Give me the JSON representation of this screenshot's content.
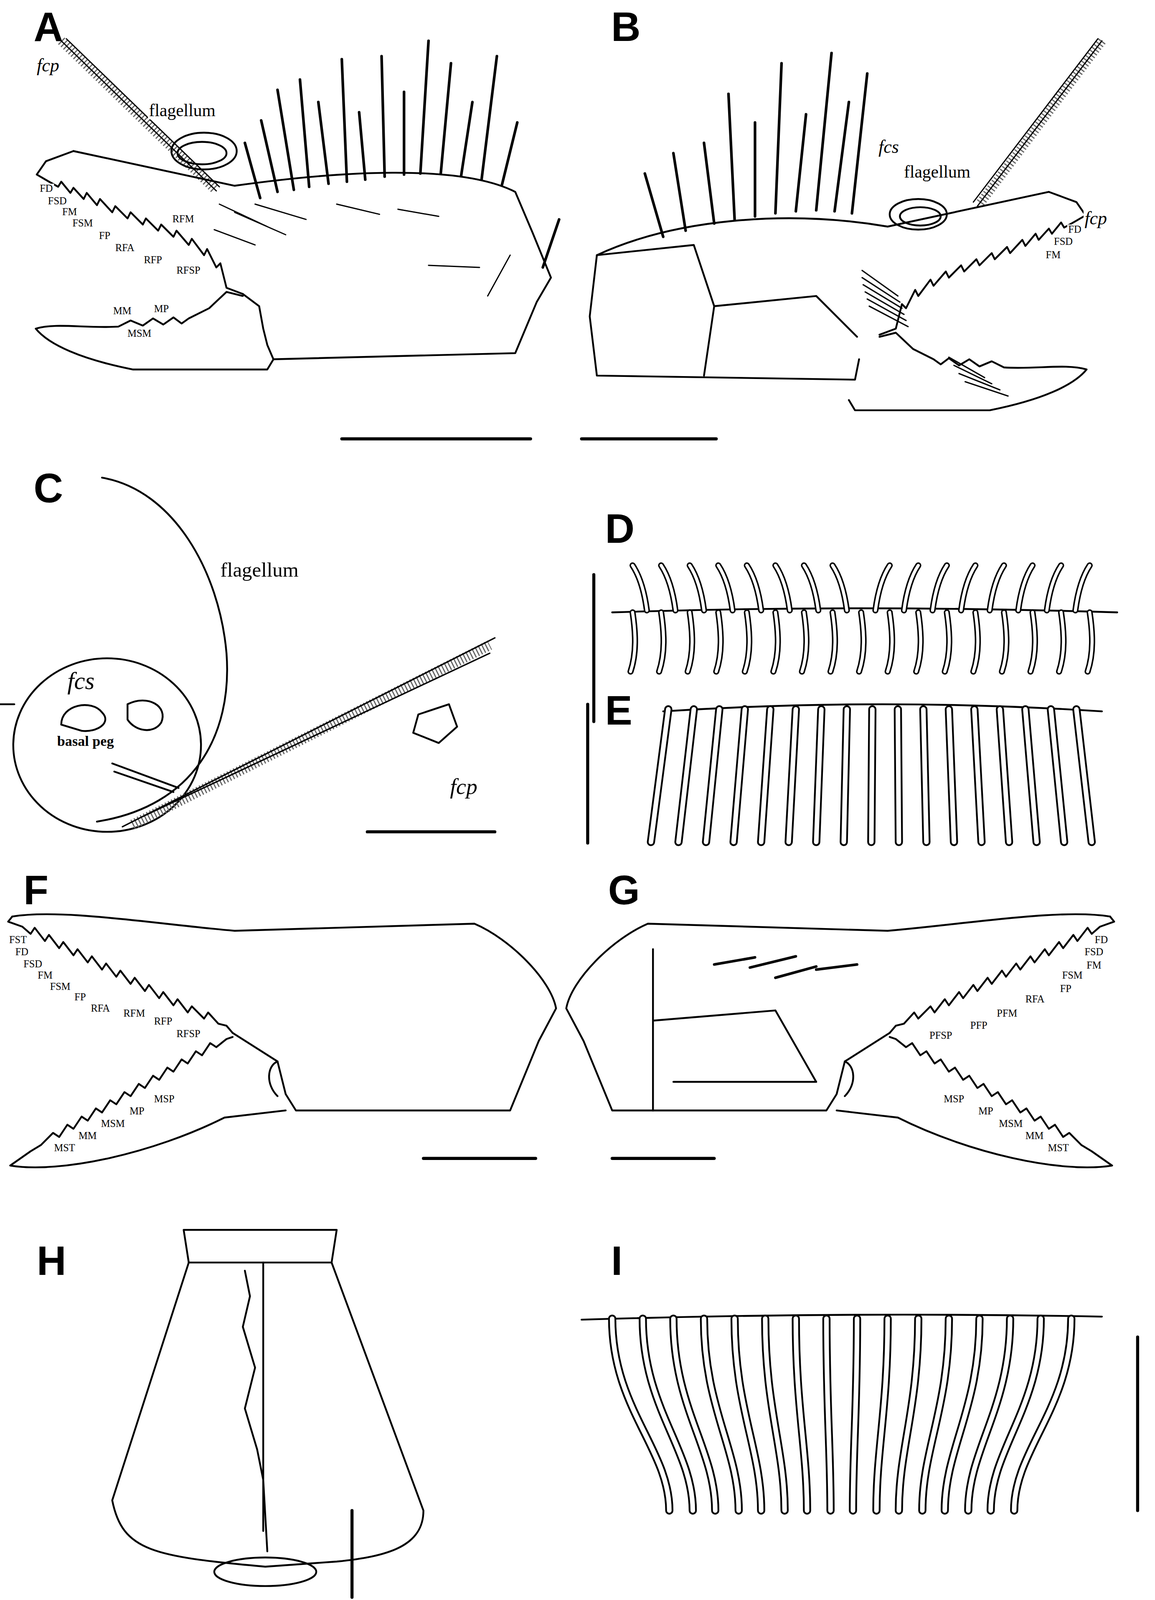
{
  "diagram": {
    "labels": [
      "A",
      "fcp",
      "flagellum",
      "FD",
      "FSD",
      "FM",
      "FSM",
      "FP",
      "RFA",
      "RFM",
      "RFP",
      "RFSP",
      "MM",
      "MP",
      "MSM",
      "B",
      "fcs",
      "flagellum",
      "fcp",
      "FD",
      "FSD",
      "FM",
      "C",
      "flagellum",
      "fcs",
      "basal peg",
      "fcp",
      "D",
      "E",
      "F",
      "FST",
      "FD",
      "FSD",
      "FM",
      "FSM",
      "FP",
      "RFA",
      "RFM",
      "RFP",
      "RFSP",
      "MSP",
      "MP",
      "MSM",
      "MM",
      "MST",
      "G",
      "FD",
      "FSD",
      "FM",
      "FSM",
      "FP",
      "RFA",
      "PFM",
      "PFP",
      "PFSP",
      "MSP",
      "MP",
      "MSM",
      "MM",
      "MST",
      "H",
      "I"
    ]
  }
}
